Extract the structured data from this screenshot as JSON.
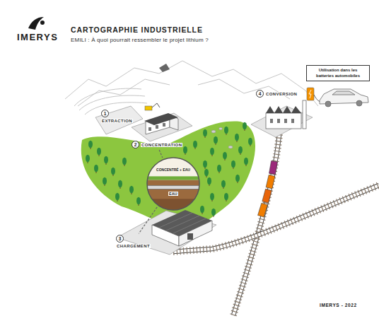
{
  "diagram": {
    "title": "CARTOGRAPHIE INDUSTRIELLE",
    "nodes": [
      {
        "text": [
          "1",
          "EXTRACTION"
        ]
      },
      {
        "text": [
          "2",
          "CONCENTRATION"
        ]
      },
      {
        "text": [
          "CONCENTRÉ + EAU",
          "EAU"
        ]
      },
      {
        "text": [
          "3",
          "CHARGEMENT"
        ]
      },
      {
        "text": [
          "4",
          "CONVERSION"
        ]
      },
      {
        "text": [
          "Utilisation dans les batteries automobiles"
        ]
      }
    ],
    "edges": [
      {
        "from": 1,
        "to": 2,
        "arrow": "none"
      },
      {
        "from": 2,
        "to": 3,
        "arrow": "none"
      }
    ],
    "labels": [
      "IMERYS",
      "EMILI : À quoi pourrait ressembler le projet lithium ?",
      "IMERYS - 2022"
    ]
  }
}
